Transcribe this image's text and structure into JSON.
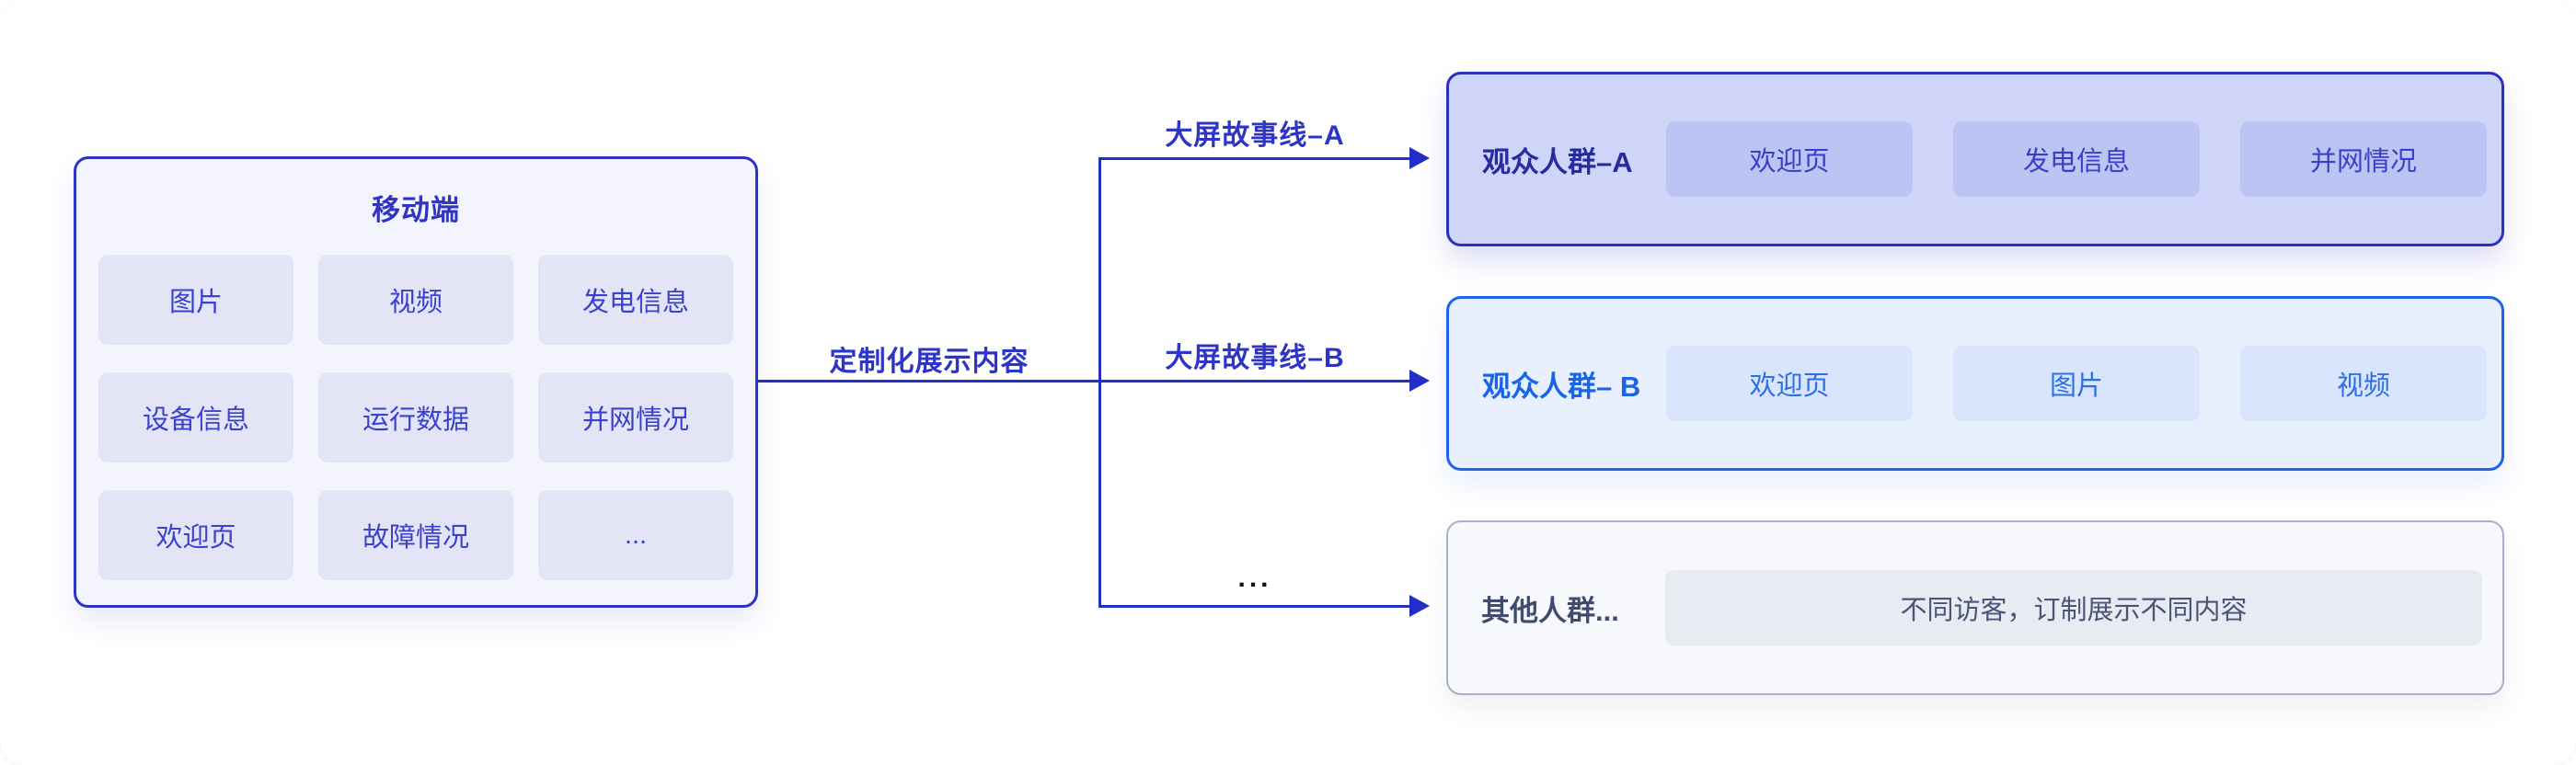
{
  "palette": {
    "connector_blue": "#232ec6",
    "indigo_border": "#2b33c4",
    "bright_blue_border": "#1e62ee",
    "gray_border": "#a8afc6",
    "panel_fill": "#f3f4fc",
    "cell_fill": "#e3e5f6",
    "box_a_fill": "#ced5f9",
    "box_b_fill": "#e8effd",
    "box_c_fill": "#f7f8fc"
  },
  "mobile_panel": {
    "title": "移动端",
    "cells": [
      "图片",
      "视频",
      "发电信息",
      "设备信息",
      "运行数据",
      "并网情况",
      "欢迎页",
      "故障情况",
      "..."
    ]
  },
  "flow": {
    "main_label": "定制化展示内容",
    "branch_a_label": "大屏故事线–A",
    "branch_b_label": "大屏故事线–B",
    "branch_more_label": "..."
  },
  "audience_groups": [
    {
      "name": "观众人群–A",
      "chips": [
        "欢迎页",
        "发电信息",
        "并网情况"
      ]
    },
    {
      "name": "观众人群– B",
      "chips": [
        "欢迎页",
        "图片",
        "视频"
      ]
    },
    {
      "name": "其他人群...",
      "chips": [
        "不同访客，订制展示不同内容"
      ]
    }
  ]
}
